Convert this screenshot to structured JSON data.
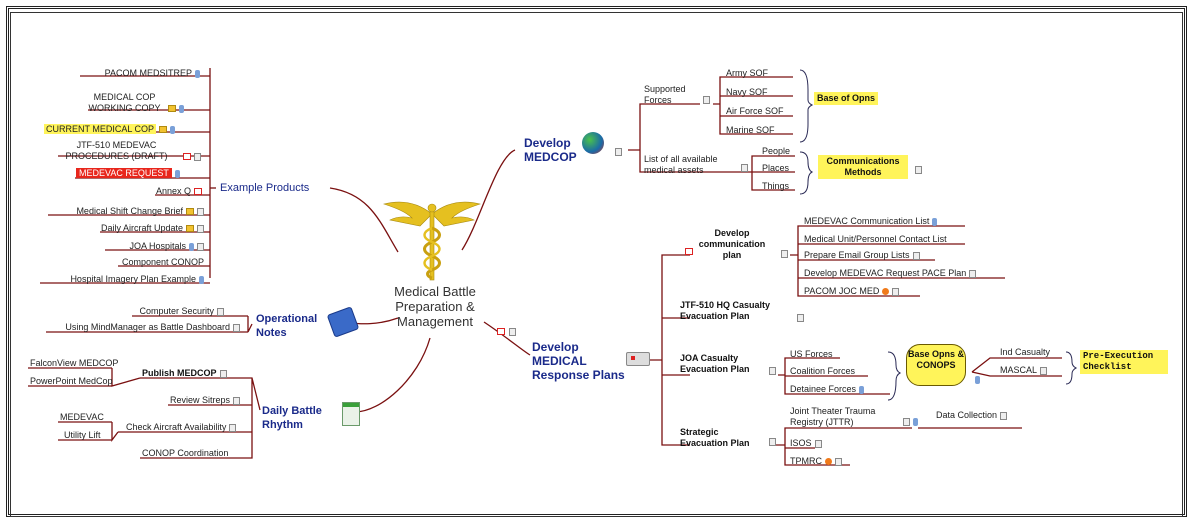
{
  "center": {
    "title": "Medical Battle Preparation & Management"
  },
  "example_products": {
    "label": "Example Products",
    "items": [
      "PACOM MEDSITREP",
      "MEDICAL COP WORKING COPY",
      "CURRENT MEDICAL COP",
      "JTF-510 MEDEVAC PROCEDURES (DRAFT)",
      "MEDEVAC REQUEST",
      "Annex Q",
      "Medical Shift Change Brief",
      "Daily Aircraft Update",
      "JOA Hospitals",
      "Component CONOP",
      "Hospital Imagery Plan Example"
    ]
  },
  "operational_notes": {
    "label": "Operational Notes",
    "items": [
      "Computer Security",
      "Using MindManager as Battle Dashboard"
    ]
  },
  "daily_battle_rhythm": {
    "label": "Daily Battle Rhythm",
    "publish": "Publish MEDCOP",
    "publish_children": [
      "FalconView MEDCOP",
      "PowerPoint MedCop"
    ],
    "review": "Review Sitreps",
    "check": "Check Aircraft Availability",
    "check_children": [
      "MEDEVAC",
      "Utility Lift"
    ],
    "conop": "CONOP Coordination"
  },
  "develop_medcop": {
    "label": "Develop MEDCOP",
    "supported_forces": "Supported Forces",
    "forces": [
      "Army SOF",
      "Navy SOF",
      "Air Force SOF",
      "Marine SOF"
    ],
    "base_of_opns": "Base of Opns",
    "assets": "List of all available medical assets",
    "asset_items": [
      "People",
      "Places",
      "Things"
    ],
    "comm_methods": "Communications Methods"
  },
  "develop_response": {
    "label": "Develop MEDICAL Response Plans",
    "comm_plan": "Develop communication plan",
    "comm_items": [
      "MEDEVAC Communication List",
      "Medical Unit/Personnel Contact List",
      "Prepare Email Group Lists",
      "Develop MEDEVAC Request PACE Plan",
      "PACOM JOC MED"
    ],
    "jtf_plan": "JTF-510 HQ Casualty Evacuation Plan",
    "joa_plan": "JOA Casualty Evacuation Plan",
    "joa_items": [
      "US Forces",
      "Coalition Forces",
      "Detainee Forces"
    ],
    "base_conops": "Base Opns & CONOPS",
    "casualty_items": [
      "Ind Casualty",
      "MASCAL"
    ],
    "pre_exec": "Pre-Execution Checklist",
    "strategic": "Strategic Evacuation Plan",
    "strat_items": [
      "Joint Theater Trauma Registry (JTTR)",
      "ISOS",
      "TPMRC"
    ],
    "data_collection": "Data Collection"
  },
  "colors": {
    "branch": "#7a1010",
    "blue_text": "#1a2a8a",
    "highlight": "#fff45a",
    "alert": "#e8261c"
  }
}
